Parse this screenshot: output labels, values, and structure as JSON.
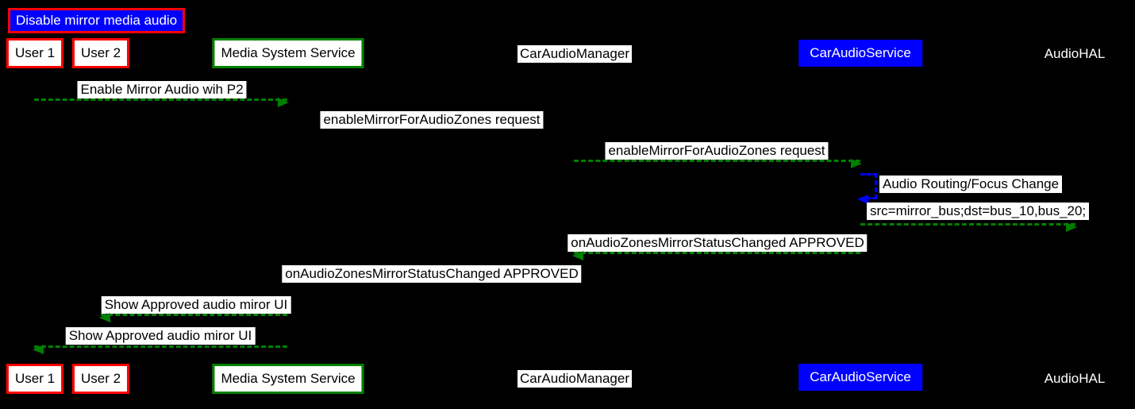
{
  "diagram": {
    "type": "sequence",
    "title": "Disable mirror media audio",
    "participants": [
      {
        "id": "user1",
        "label": "User 1",
        "style": "red-box"
      },
      {
        "id": "user2",
        "label": "User 2",
        "style": "red-box"
      },
      {
        "id": "media-system-service",
        "label": "Media System Service",
        "style": "green-box"
      },
      {
        "id": "car-audio-manager",
        "label": "CarAudioManager",
        "style": "white-label"
      },
      {
        "id": "car-audio-service",
        "label": "CarAudioService",
        "style": "blue-box"
      },
      {
        "id": "audio-hal",
        "label": "AudioHAL",
        "style": "plain"
      }
    ],
    "messages": [
      {
        "label": "Enable Mirror Audio wih P2",
        "from": "User 1",
        "to": "Media System Service",
        "direction": "right",
        "arrow_color": "green",
        "arrow_visible": true
      },
      {
        "label": "enableMirrorForAudioZones request",
        "from": "Media System Service",
        "to": "CarAudioManager",
        "direction": "right",
        "arrow_color": "green",
        "arrow_visible": false
      },
      {
        "label": "enableMirrorForAudioZones request",
        "from": "CarAudioManager",
        "to": "CarAudioService",
        "direction": "right",
        "arrow_color": "green",
        "arrow_visible": true
      },
      {
        "label": "Audio Routing/Focus Change",
        "from": "CarAudioService",
        "to": "CarAudioService",
        "direction": "self",
        "arrow_color": "blue",
        "arrow_visible": true
      },
      {
        "label": "src=mirror_bus;dst=bus_10,bus_20;",
        "from": "CarAudioService",
        "to": "AudioHAL",
        "direction": "right",
        "arrow_color": "green",
        "arrow_visible": true
      },
      {
        "label": "onAudioZonesMirrorStatusChanged APPROVED",
        "from": "CarAudioService",
        "to": "CarAudioManager",
        "direction": "left",
        "arrow_color": "green",
        "arrow_visible": true
      },
      {
        "label": "onAudioZonesMirrorStatusChanged APPROVED",
        "from": "CarAudioManager",
        "to": "Media System Service",
        "direction": "left",
        "arrow_color": "green",
        "arrow_visible": false
      },
      {
        "label": "Show Approved audio miror UI",
        "from": "Media System Service",
        "to": "User 2",
        "direction": "left",
        "arrow_color": "green",
        "arrow_visible": true
      },
      {
        "label": "Show Approved audio miror UI",
        "from": "Media System Service",
        "to": "User 1",
        "direction": "left",
        "arrow_color": "green",
        "arrow_visible": true
      }
    ],
    "colors": {
      "background": "#000000",
      "arrow_green": "#008000",
      "arrow_blue": "#0000ff",
      "red_border": "#ff0000",
      "green_border": "#008000",
      "blue_fill": "#0000ff",
      "label_background": "#ffffff"
    }
  }
}
